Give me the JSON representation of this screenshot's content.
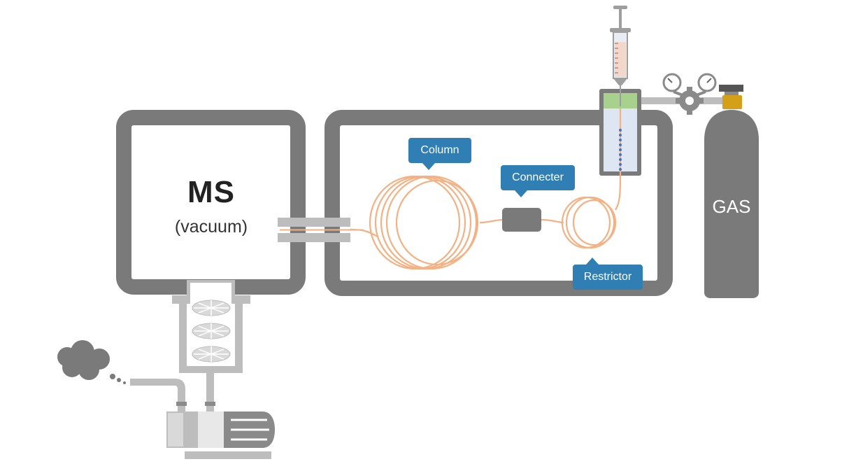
{
  "ms": {
    "title": "MS",
    "subtitle": "(vacuum)"
  },
  "gas": {
    "label": "GAS"
  },
  "callouts": {
    "column": "Column",
    "connecter": "Connecter",
    "restrictor": "Restrictor"
  },
  "colors": {
    "frame": "#7a7a7a",
    "tubing": "#f4b183",
    "callout": "#2f7fb5",
    "septum": "#a9d18e",
    "brass": "#d4a017",
    "pump_body": "#cfcfcf"
  }
}
